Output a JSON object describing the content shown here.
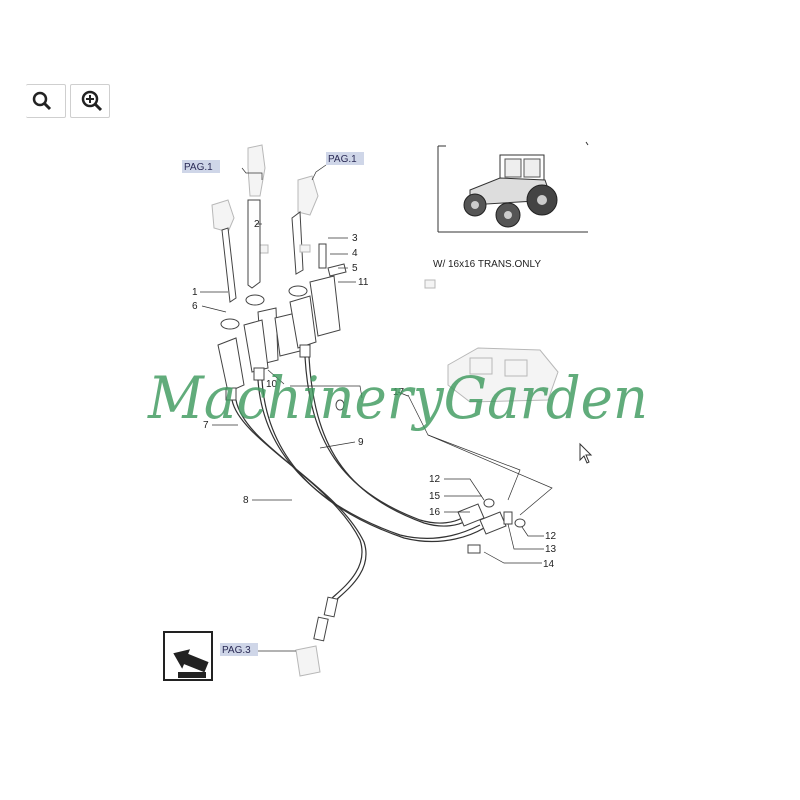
{
  "toolbar": {
    "zoom_out_icon": "zoom-out-icon",
    "zoom_in_icon": "zoom-in-icon"
  },
  "page_refs": {
    "top_left": "PAG.1",
    "top_right": "PAG.1",
    "bottom": "PAG.3"
  },
  "inset": {
    "caption": "W/ 16x16 TRANS.ONLY"
  },
  "watermark": "MachineryGarden",
  "callouts": {
    "c1": "1",
    "c2": "2",
    "c3": "3",
    "c4": "4",
    "c5": "5",
    "c6": "6",
    "c7": "7",
    "c8": "8",
    "c9": "9",
    "c10": "10",
    "c11": "11",
    "c12a": "12",
    "c12b": "12",
    "c13": "13",
    "c14": "14",
    "c15": "15",
    "c16": "16",
    "c17": "17"
  },
  "colors": {
    "watermark": "#3f9a5f",
    "page_ref_highlight": "#cfd6e8",
    "line": "#333333"
  },
  "cursor_icon": "mouse-pointer-icon",
  "nav_icon": "previous-page-arrow-icon"
}
